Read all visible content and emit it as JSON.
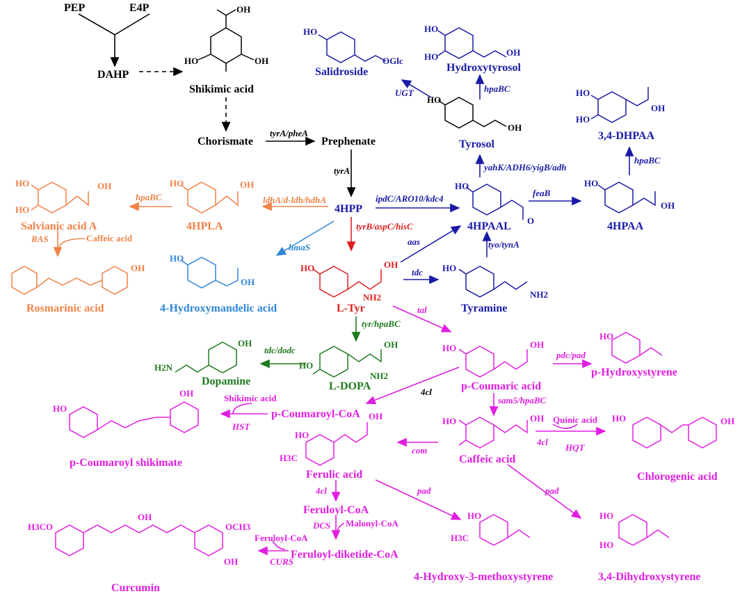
{
  "colors": {
    "black": "#000000",
    "blue": "#1a1aa6",
    "red": "#dd1f1f",
    "orange": "#f08246",
    "lightblue": "#2e86d6",
    "green": "#1f7a1f",
    "magenta": "#e01ee0"
  },
  "compounds": {
    "pep": "PEP",
    "e4p": "E4P",
    "dahp": "DAHP",
    "shikimic_acid": "Shikimic acid",
    "chorismate": "Chorismate",
    "prephenate": "Prephenate",
    "hpp": "4HPP",
    "hpla": "4HPLA",
    "salvianic_acid_a": "Salvianic acid A",
    "rosmarinic_acid": "Rosmarinic acid",
    "hydroxymandelic_acid": "4-Hydroxymandelic acid",
    "l_tyr": "L-Tyr",
    "hpaal": "4HPAAL",
    "tyramine": "Tyramine",
    "tyrosol": "Tyrosol",
    "salidroside": "Salidroside",
    "hydroxytyrosol": "Hydroxytyrosol",
    "dhpaa": "3,4-DHPAA",
    "hpaa": "4HPAA",
    "l_dopa": "L-DOPA",
    "dopamine": "Dopamine",
    "p_coumaric_acid": "p-Coumaric acid",
    "p_hydroxystyrene": "p-Hydroxystyrene",
    "p_coumaroyl_coa": "p-Coumaroyl-CoA",
    "p_coumaroyl_shikimate": "p-Coumaroyl shikimate",
    "caffeic_acid": "Caffeic acid",
    "chlorogenic_acid": "Chlorogenic acid",
    "ferulic_acid": "Ferulic acid",
    "feruloyl_coa": "Feruloyl-CoA",
    "feruloyl_diketide_coa": "Feruloyl-diketide-CoA",
    "curcumin": "Curcumin",
    "hydroxy_methoxystyrene": "4-Hydroxy-3-methoxystyrene",
    "dihydroxystyrene": "3,4-Dihydroxystyrene"
  },
  "enzymes": {
    "tyra_phea": "tyrA/pheA",
    "tyra": "tyrA",
    "hpabc_sal": "hpaBC",
    "ldha": "ldhA/d-ldh/hdhA",
    "ras": "RAS",
    "hmas": "hmaS",
    "ipdc": "ipdC/ARO10/kdc4",
    "tyrb": "tyrB/aspC/hisC",
    "aas": "aas",
    "tdc": "tdc",
    "tyo": "tyo/tynA",
    "yahk": "yahK/ADH6/yigB/adh",
    "ugt": "UGT",
    "hpabc_ht": "hpaBC",
    "feab": "feaB",
    "hpabc_dh": "hpaBC",
    "tyr_hpabc": "tyr/hpaBC",
    "tdc_dodc": "tdc/dodc",
    "tal": "tal",
    "pdc_pad": "pdc/pad",
    "fourcl_a": "4cl",
    "hst": "HST",
    "sam5": "sam5/hpaBC",
    "com": "com",
    "fourcl_b": "4cl",
    "hqt": "HQT",
    "fourcl_c": "4cl",
    "dcs": "DCS",
    "curs": "CURS",
    "pad_a": "pad",
    "pad_b": "pad"
  },
  "cosubstrates": {
    "caffeic_acid": "Caffeic acid",
    "shikimic_acid": "Shikimic acid",
    "quinic_acid": "Quinic acid",
    "malonyl_coa": "Malonyl-CoA",
    "feruloyl_coa": "Feruloyl-CoA"
  },
  "atoms": {
    "oh": "OH",
    "ho": "HO",
    "o": "O",
    "nh2": "NH2",
    "h2n": "H2N",
    "ho_c": "HO",
    "ocar": "OGlc",
    "h3co": "H3CO",
    "och3": "OCH3",
    "h3c": "H3C"
  }
}
